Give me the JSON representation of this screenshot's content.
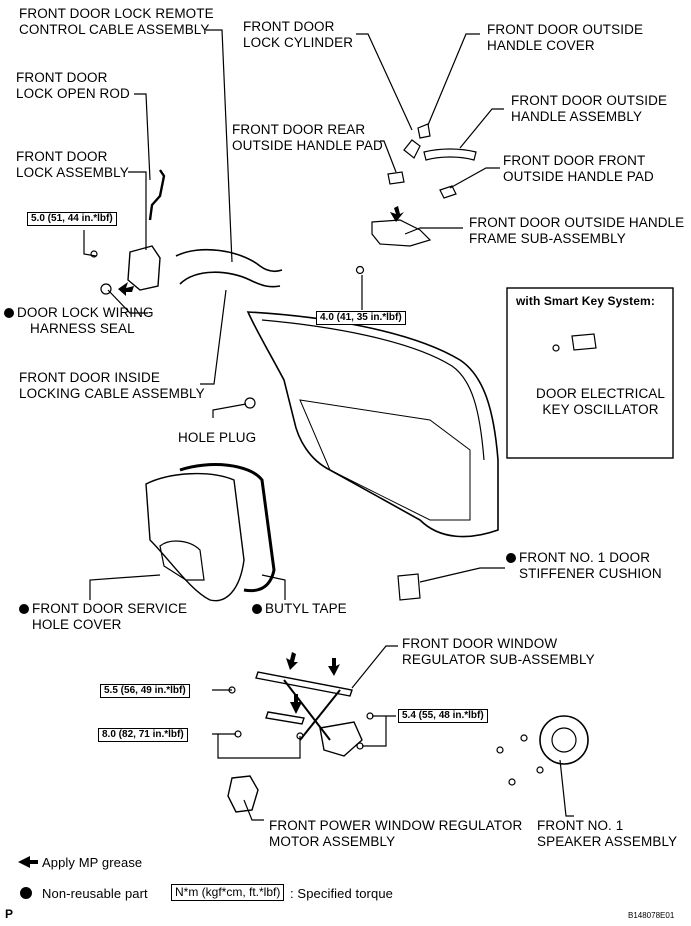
{
  "labels": {
    "remote_cable": [
      "FRONT DOOR LOCK REMOTE",
      "CONTROL CABLE ASSEMBLY"
    ],
    "open_rod": [
      "FRONT DOOR",
      "LOCK OPEN ROD"
    ],
    "lock_assembly": [
      "FRONT DOOR",
      "LOCK ASSEMBLY"
    ],
    "wiring_seal": [
      "DOOR LOCK WIRING",
      "HARNESS SEAL"
    ],
    "inside_cable": [
      "FRONT DOOR INSIDE",
      "LOCKING CABLE ASSEMBLY"
    ],
    "lock_cylinder": [
      "FRONT DOOR",
      "LOCK CYLINDER"
    ],
    "rear_pad": [
      "FRONT DOOR REAR",
      "OUTSIDE HANDLE PAD"
    ],
    "handle_cover": [
      "FRONT DOOR OUTSIDE",
      "HANDLE COVER"
    ],
    "handle_assembly": [
      "FRONT DOOR OUTSIDE",
      "HANDLE ASSEMBLY"
    ],
    "front_pad": [
      "FRONT DOOR FRONT",
      "OUTSIDE HANDLE PAD"
    ],
    "handle_frame": [
      "FRONT DOOR OUTSIDE HANDLE",
      "FRAME SUB-ASSEMBLY"
    ],
    "smart_key_title": "with Smart Key System:",
    "oscillator": [
      "DOOR ELECTRICAL",
      "KEY OSCILLATOR"
    ],
    "hole_plug": "HOLE PLUG",
    "stiffener": [
      "FRONT NO. 1 DOOR",
      "STIFFENER CUSHION"
    ],
    "service_cover": [
      "FRONT DOOR SERVICE",
      "HOLE COVER"
    ],
    "butyl": "BUTYL TAPE",
    "regulator": [
      "FRONT DOOR WINDOW",
      "REGULATOR SUB-ASSEMBLY"
    ],
    "motor": [
      "FRONT POWER WINDOW REGULATOR",
      "MOTOR ASSEMBLY"
    ],
    "speaker": [
      "FRONT NO. 1",
      "SPEAKER ASSEMBLY"
    ]
  },
  "torques": {
    "lock": "5.0 (51, 44 in.*lbf)",
    "handle_frame": "4.0 (41, 35 in.*lbf)",
    "reg_top": "5.5 (56, 49 in.*lbf)",
    "reg_bottom": "8.0 (82, 71 in.*lbf)",
    "reg_right": "5.4 (55, 48 in.*lbf)"
  },
  "legend": {
    "grease": "Apply MP grease",
    "nonreusable": "Non-reusable part",
    "torque_box": "N*m (kgf*cm, ft.*lbf)",
    "torque_text": ": Specified torque"
  },
  "footer": {
    "corner": "P",
    "code": "B148078E01"
  }
}
